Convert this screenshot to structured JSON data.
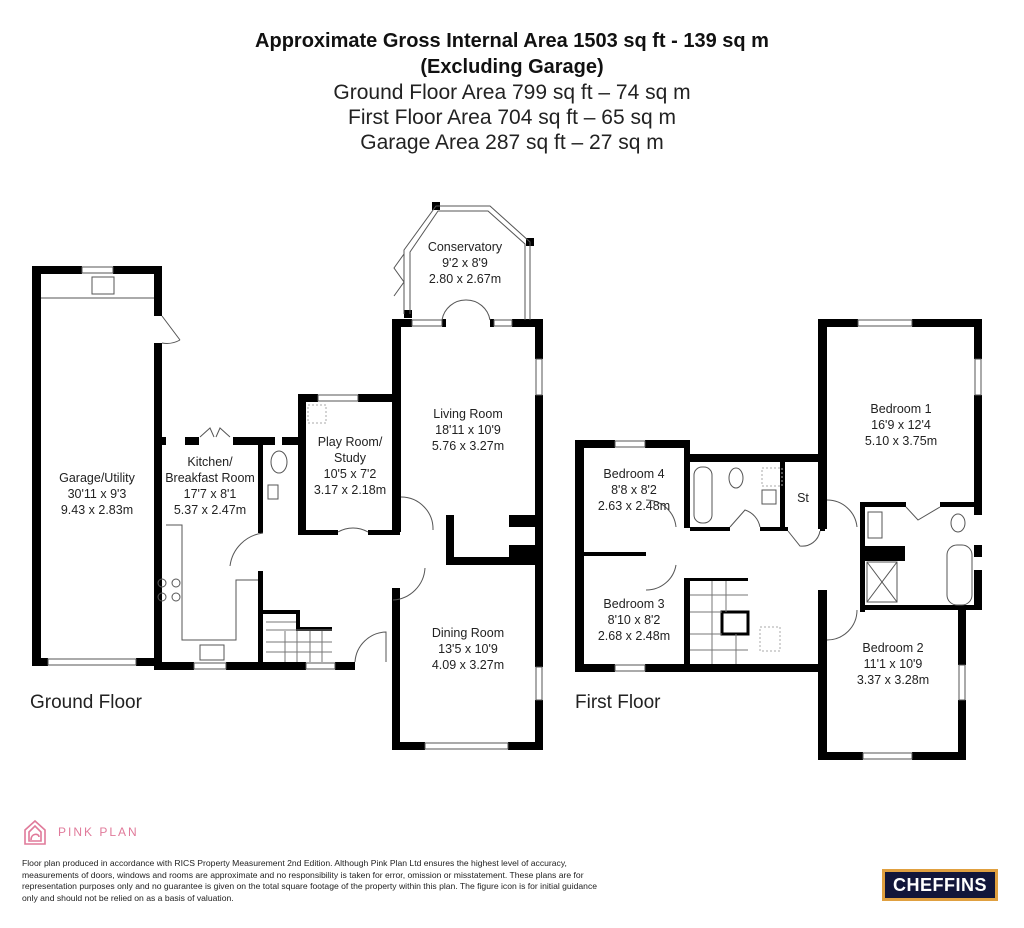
{
  "header": {
    "title_line1": "Approximate Gross Internal Area 1503 sq ft - 139 sq m",
    "title_line2": "(Excluding Garage)",
    "ground_floor_area": "Ground Floor Area 799 sq ft – 74 sq m",
    "first_floor_area": "First Floor Area 704 sq ft – 65 sq m",
    "garage_area": "Garage Area 287 sq ft – 27 sq m"
  },
  "ground_floor": {
    "label": "Ground Floor",
    "rooms": [
      {
        "name": "Garage/Utility",
        "imperial": "30'11 x 9'3",
        "metric": "9.43 x 2.83m"
      },
      {
        "name": "Kitchen/\nBreakfast Room",
        "line1": "Kitchen/",
        "line2": "Breakfast Room",
        "imperial": "17'7 x 8'1",
        "metric": "5.37 x 2.47m"
      },
      {
        "name": "Play Room/ Study",
        "line1": "Play Room/",
        "line2": "Study",
        "imperial": "10'5 x 7'2",
        "metric": "3.17 x 2.18m"
      },
      {
        "name": "Living Room",
        "imperial": "18'11 x 10'9",
        "metric": "5.76 x 3.27m"
      },
      {
        "name": "Conservatory",
        "imperial": "9'2 x 8'9",
        "metric": "2.80 x 2.67m"
      },
      {
        "name": "Dining Room",
        "imperial": "13'5 x 10'9",
        "metric": "4.09 x 3.27m"
      }
    ]
  },
  "first_floor": {
    "label": "First Floor",
    "rooms": [
      {
        "name": "Bedroom 4",
        "imperial": "8'8 x 8'2",
        "metric": "2.63 x 2.48m"
      },
      {
        "name": "Bedroom 3",
        "imperial": "8'10 x 8'2",
        "metric": "2.68 x 2.48m"
      },
      {
        "name": "St"
      },
      {
        "name": "Bedroom 1",
        "imperial": "16'9 x 12'4",
        "metric": "5.10 x 3.75m"
      },
      {
        "name": "Bedroom 2",
        "imperial": "11'1 x 10'9",
        "metric": "3.37 x 3.28m"
      }
    ]
  },
  "footer": {
    "brand": "PINK PLAN",
    "brand_color": "#e07a9a",
    "disclaimer": "Floor plan produced in accordance with RICS Property Measurement 2nd Edition. Although Pink Plan Ltd ensures the highest level of accuracy, measurements of doors, windows and rooms are approximate and no responsibility is taken for error, omission or misstatement. These plans are for representation purposes only and no guarantee is given on the total square footage of the property within this plan. The figure icon is for initial guidance only and should not be relied on as a basis of valuation.",
    "agent_logo": "CHEFFINS",
    "agent_colors": {
      "background": "#12163a",
      "border": "#e0a040"
    }
  }
}
